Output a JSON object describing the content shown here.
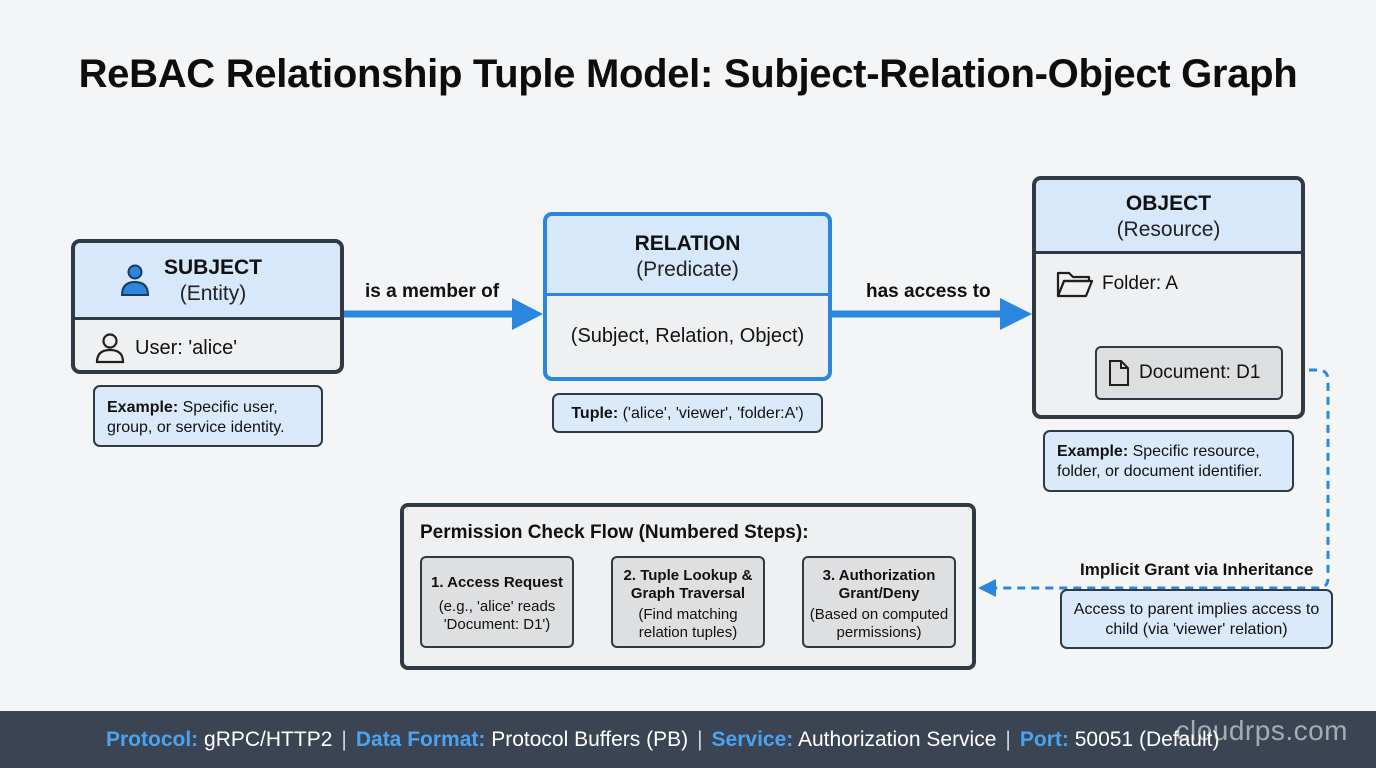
{
  "title": "ReBAC Relationship Tuple Model: Subject-Relation-Object Graph",
  "subject": {
    "title": "SUBJECT",
    "subtitle": "(Entity)",
    "item": "User: 'alice'",
    "note_label": "Example:",
    "note_text": " Specific user, group, or service identity."
  },
  "connector1": "is a member of",
  "relation": {
    "title": "RELATION",
    "subtitle": "(Predicate)",
    "body": "(Subject, Relation, Object)",
    "note_label": "Tuple:",
    "note_text": " ('alice', 'viewer', 'folder:A')"
  },
  "connector2": "has access to",
  "object": {
    "title": "OBJECT",
    "subtitle": "(Resource)",
    "folder": "Folder: A",
    "document": "Document: D1",
    "note_label": "Example:",
    "note_text": " Specific resource, folder, or document identifier."
  },
  "flow": {
    "title": "Permission Check Flow (Numbered Steps):",
    "steps": [
      {
        "title": "1. Access Request",
        "desc": "(e.g., 'alice' reads 'Document: D1')"
      },
      {
        "title": "2. Tuple Lookup & Graph Traversal",
        "desc": "(Find matching relation tuples)"
      },
      {
        "title": "3. Authorization Grant/Deny",
        "desc": "(Based on computed permissions)"
      }
    ]
  },
  "inheritance": {
    "label": "Implicit Grant via Inheritance",
    "note": "Access to parent implies access to child (via 'viewer' relation)"
  },
  "footer": {
    "protocol_label": "Protocol:",
    "protocol": "gRPC/HTTP2",
    "format_label": "Data Format:",
    "format": "Protocol Buffers (PB)",
    "service_label": "Service:",
    "service": "Authorization Service",
    "port_label": "Port:",
    "port": "50051 (Default)",
    "watermark": "cloudrps.com"
  },
  "colors": {
    "accent": "#2b86e0",
    "border": "#2f3a44",
    "header_fill": "#d7e8fb",
    "footer": "#3a4452"
  }
}
